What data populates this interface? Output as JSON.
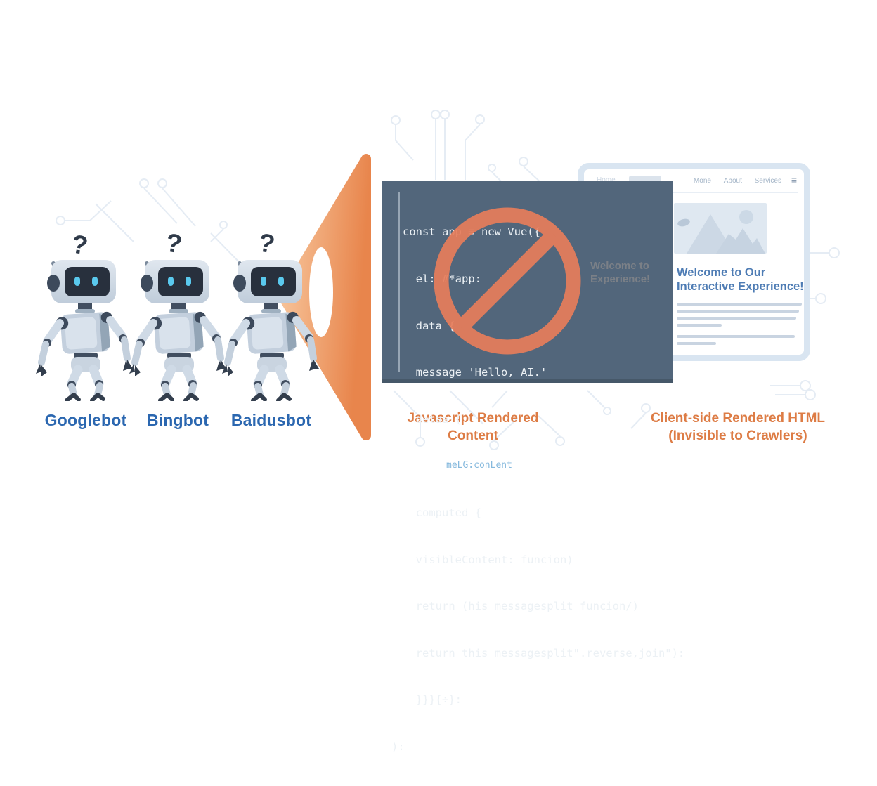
{
  "scene": {
    "question_mark": "?",
    "bots": [
      {
        "label": "Googlebot"
      },
      {
        "label": "Bingbot"
      },
      {
        "label": "Baidusbot"
      }
    ],
    "captions": {
      "left": "Javascript Rendered Content",
      "right_line1": "Client-side Rendered HTML",
      "right_line2": "(Invisible to Crawlers)"
    }
  },
  "code_panel": {
    "lines": [
      "const app ≡ new Vue({",
      "  el: #*app:",
      "  data {",
      "  message 'Hello, AI.'",
      "  detaa {",
      "meLG:conLent",
      "  computed {",
      "  visibleContent: funcion)",
      "  return (his messagesplit funcion/)",
      "  return this messagesplit\".reverse,join\"):",
      "  }}}{÷}:",
      "):"
    ],
    "ghost_heading_line1": "Welcome to",
    "ghost_heading_line2": "Experience!"
  },
  "browser": {
    "nav": {
      "brand": "Home",
      "links": [
        "Mone",
        "About",
        "Services"
      ],
      "menu_icon": "≡"
    },
    "heading": "Welcome to Our Interactive Experience!"
  },
  "icons": {
    "prohibition": "no-symbol",
    "image_placeholder": "mountains-and-sun",
    "circuit": "circuit-traces"
  },
  "colors": {
    "accent_orange": "#dd7c45",
    "funnel_orange": "#e8854c",
    "label_blue": "#2b67b0",
    "code_background": "#52667b",
    "prohibition_red": "#e77d5b",
    "heading_blue": "#4e7cb4",
    "robot_eye_cyan": "#5ac9ee"
  }
}
